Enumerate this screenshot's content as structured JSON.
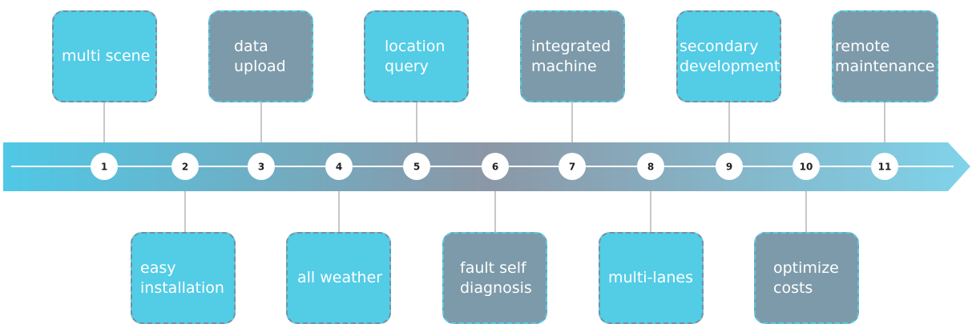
{
  "colors": {
    "cyan_box": "#53cce6",
    "gray_box": "#7d9aaa",
    "arrow_start": "#4fc8e6",
    "arrow_mid": "#8b97a6",
    "arrow_end": "#7fd3ea",
    "connector": "#b5b5b5"
  },
  "nodes": [
    {
      "number": "1",
      "label": "multi scene",
      "position": "top",
      "style": "cyan"
    },
    {
      "number": "2",
      "label": "easy\ninstallation",
      "position": "bottom",
      "style": "cyan"
    },
    {
      "number": "3",
      "label": "data\nupload",
      "position": "top",
      "style": "gray"
    },
    {
      "number": "4",
      "label": "all weather",
      "position": "bottom",
      "style": "cyan"
    },
    {
      "number": "5",
      "label": "location\nquery",
      "position": "top",
      "style": "cyan"
    },
    {
      "number": "6",
      "label": "fault self\ndiagnosis",
      "position": "bottom",
      "style": "gray"
    },
    {
      "number": "7",
      "label": "integrated\nmachine",
      "position": "top",
      "style": "gray"
    },
    {
      "number": "8",
      "label": "multi-lanes",
      "position": "bottom",
      "style": "cyan"
    },
    {
      "number": "9",
      "label": "secondary\ndevelopment",
      "position": "top",
      "style": "cyan"
    },
    {
      "number": "10",
      "label": "optimize\ncosts",
      "position": "bottom",
      "style": "gray"
    },
    {
      "number": "11",
      "label": "remote\nmaintenance",
      "position": "top",
      "style": "gray"
    }
  ]
}
